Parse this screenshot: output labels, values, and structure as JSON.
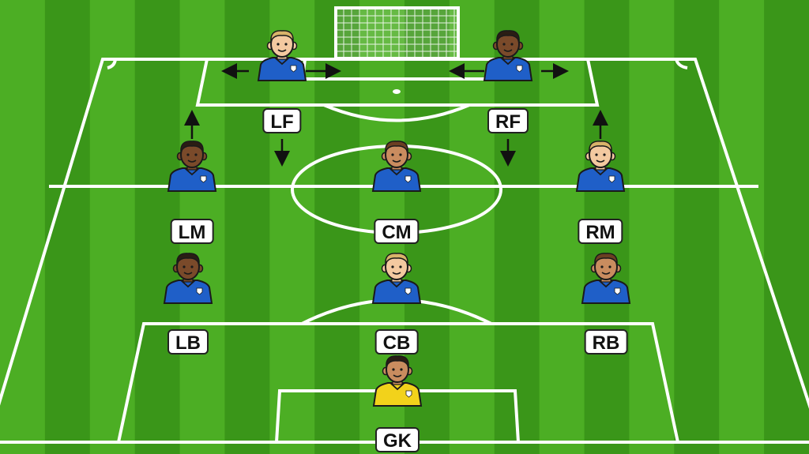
{
  "formation": {
    "players": [
      {
        "id": "lf",
        "label": "LF",
        "kit": "blue",
        "skin": "light",
        "hair": "blond"
      },
      {
        "id": "rf",
        "label": "RF",
        "kit": "blue",
        "skin": "dark",
        "hair": "black"
      },
      {
        "id": "lm",
        "label": "LM",
        "kit": "blue",
        "skin": "dark",
        "hair": "black"
      },
      {
        "id": "cm",
        "label": "CM",
        "kit": "blue",
        "skin": "medium",
        "hair": "brown"
      },
      {
        "id": "rm",
        "label": "RM",
        "kit": "blue",
        "skin": "light",
        "hair": "blond"
      },
      {
        "id": "lb",
        "label": "LB",
        "kit": "blue",
        "skin": "dark",
        "hair": "black"
      },
      {
        "id": "cb",
        "label": "CB",
        "kit": "blue",
        "skin": "light",
        "hair": "blond"
      },
      {
        "id": "rb",
        "label": "RB",
        "kit": "blue",
        "skin": "medium",
        "hair": "brown"
      },
      {
        "id": "gk",
        "label": "GK",
        "kit": "yellow",
        "skin": "medium",
        "hair": "black"
      }
    ],
    "movement_arrows": [
      {
        "player": "lf",
        "directions": [
          "left",
          "right",
          "down"
        ]
      },
      {
        "player": "rf",
        "directions": [
          "left",
          "right",
          "down"
        ]
      },
      {
        "player": "lm",
        "directions": [
          "up"
        ]
      },
      {
        "player": "rm",
        "directions": [
          "up"
        ]
      }
    ]
  },
  "colors": {
    "grass_light": "#4cae24",
    "grass_dark": "#3a9619",
    "lines": "#ffffff",
    "kit_blue": "#1f5fc8",
    "kit_yellow": "#f2d21b"
  }
}
